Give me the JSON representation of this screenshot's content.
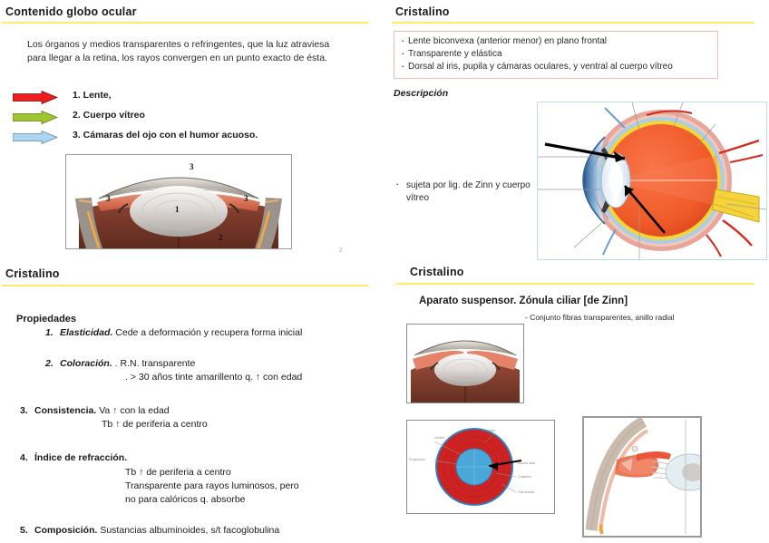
{
  "slides": {
    "top_left": {
      "heading": "Contenido globo ocular",
      "paragraph": "Los órganos y medios transparentes o refringentes, que la luz atraviesa para llegar a la retina, los rayos convergen en un punto exacto de ésta.",
      "arrow_items": [
        {
          "label": "1. Lente,",
          "color": "#ee1c1c",
          "icon": "block-arrow-red"
        },
        {
          "label": "2. Cuerpo vítreo",
          "color": "#9dc630",
          "icon": "block-arrow-green"
        },
        {
          "label": "3. Cámaras del ojo con el humor acuoso.",
          "color": "#aed4f0",
          "icon": "block-arrow-blue"
        }
      ],
      "image_labels": [
        "3",
        "3",
        "3",
        "1",
        "2"
      ],
      "slide_number": "2"
    },
    "top_right": {
      "heading": "Cristalino",
      "bullets": [
        "Lente biconvexa (anterior menor) en plano frontal",
        "Transparente y elástica",
        "Dorsal al iris, pupila y cámaras oculares, y ventral al cuerpo vítreo"
      ],
      "section_label": "Descripción",
      "note": "sujeta por lig. de Zinn y cuerpo vítreo"
    },
    "bottom_left": {
      "heading": "Cristalino",
      "props_title": "Propiedades",
      "properties": [
        {
          "index": "1.",
          "keyword": "Elasticidad.",
          "keyword_style": "bold-italic",
          "lines": [
            "Cede a deformación y recupera forma inicial"
          ]
        },
        {
          "index": "2.",
          "keyword": "Coloración.",
          "keyword_style": "bold-italic",
          "lines": [
            ". R.N. transparente",
            ". > 30 años tinte amarillento q. ↑ con edad"
          ]
        },
        {
          "index": "3.",
          "keyword": "Consistencia.",
          "keyword_style": "bold",
          "lines": [
            "Va ↑ con la edad",
            "Tb ↑   de periferia a centro"
          ]
        },
        {
          "index": "4.",
          "keyword": "Índice de refracción.",
          "keyword_style": "bold",
          "lines": [
            "Tb ↑   de periferia a centro",
            "Transparente para rayos luminosos, pero",
            "no para calóricos q. absorbe"
          ]
        },
        {
          "index": "5.",
          "keyword": "Composición.",
          "keyword_style": "bold",
          "lines": [
            "Sustancias albuminoides, s/t facoglobulina"
          ]
        }
      ]
    },
    "bottom_right": {
      "heading": "Cristalino",
      "subheading": "Aparato suspensor. Zónula ciliar [de Zinn]",
      "note": "- Conjunto fibras transparentes, anillo radial"
    }
  },
  "colors": {
    "rule": "#ffea6b",
    "pink_border": "#f0b9b9",
    "diagram_border": "#bcdcec",
    "arrow_red": "#ee1c1c",
    "arrow_green": "#9dc630",
    "arrow_blue": "#aed4f0",
    "vitreous_orange": "#f05a28",
    "optic_nerve_yellow": "#f5d33a",
    "vessel_red": "#d32b1e",
    "iris_red": "#cc2222",
    "pupil_blue": "#4aa8d8"
  }
}
